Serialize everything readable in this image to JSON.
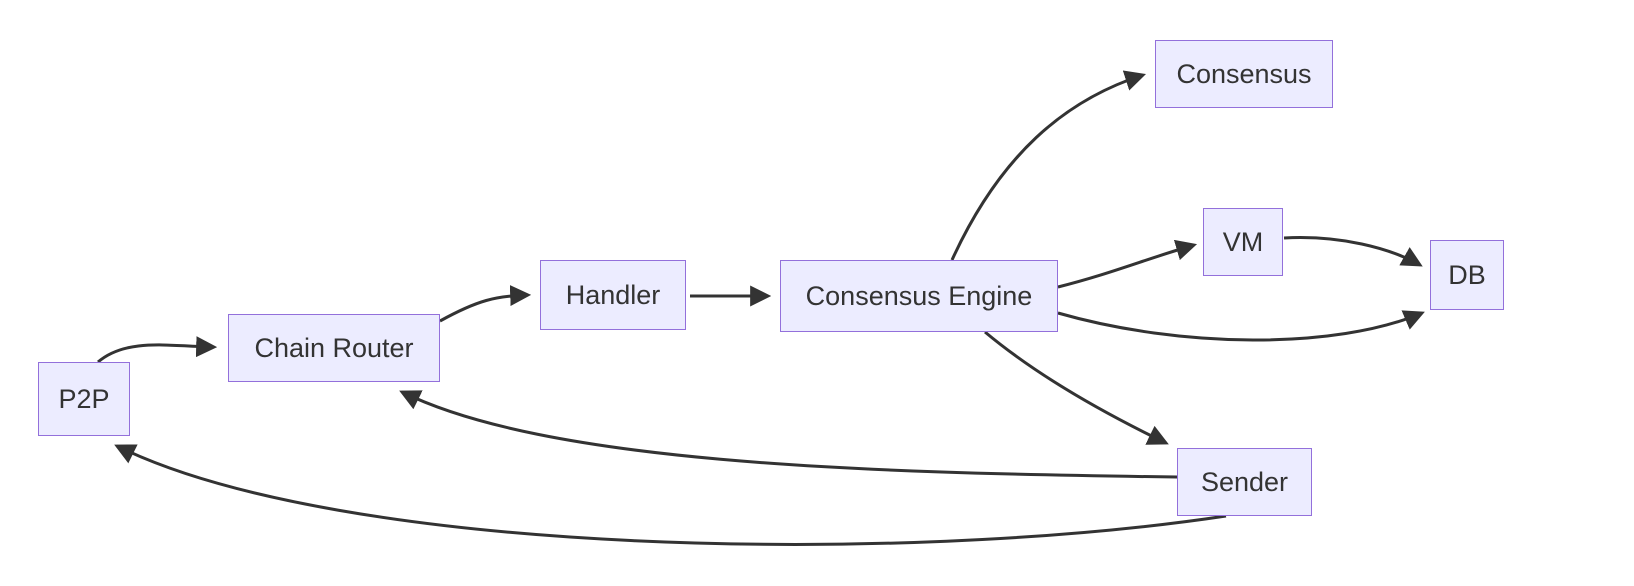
{
  "diagram": {
    "type": "flowchart",
    "nodes": {
      "p2p": {
        "label": "P2P"
      },
      "chain_router": {
        "label": "Chain Router"
      },
      "handler": {
        "label": "Handler"
      },
      "consensus_engine": {
        "label": "Consensus Engine"
      },
      "consensus": {
        "label": "Consensus"
      },
      "vm": {
        "label": "VM"
      },
      "db": {
        "label": "DB"
      },
      "sender": {
        "label": "Sender"
      }
    },
    "edges": [
      {
        "from": "P2P",
        "to": "Chain Router"
      },
      {
        "from": "Chain Router",
        "to": "Handler"
      },
      {
        "from": "Handler",
        "to": "Consensus Engine"
      },
      {
        "from": "Consensus Engine",
        "to": "Consensus"
      },
      {
        "from": "Consensus Engine",
        "to": "VM"
      },
      {
        "from": "VM",
        "to": "DB"
      },
      {
        "from": "Consensus Engine",
        "to": "DB"
      },
      {
        "from": "Consensus Engine",
        "to": "Sender"
      },
      {
        "from": "Sender",
        "to": "Chain Router"
      },
      {
        "from": "Sender",
        "to": "P2P"
      }
    ],
    "colors": {
      "node_fill": "#ECECFF",
      "node_border": "#9370DB",
      "edge": "#333333",
      "text": "#333333",
      "background": "#FFFFFF"
    }
  }
}
